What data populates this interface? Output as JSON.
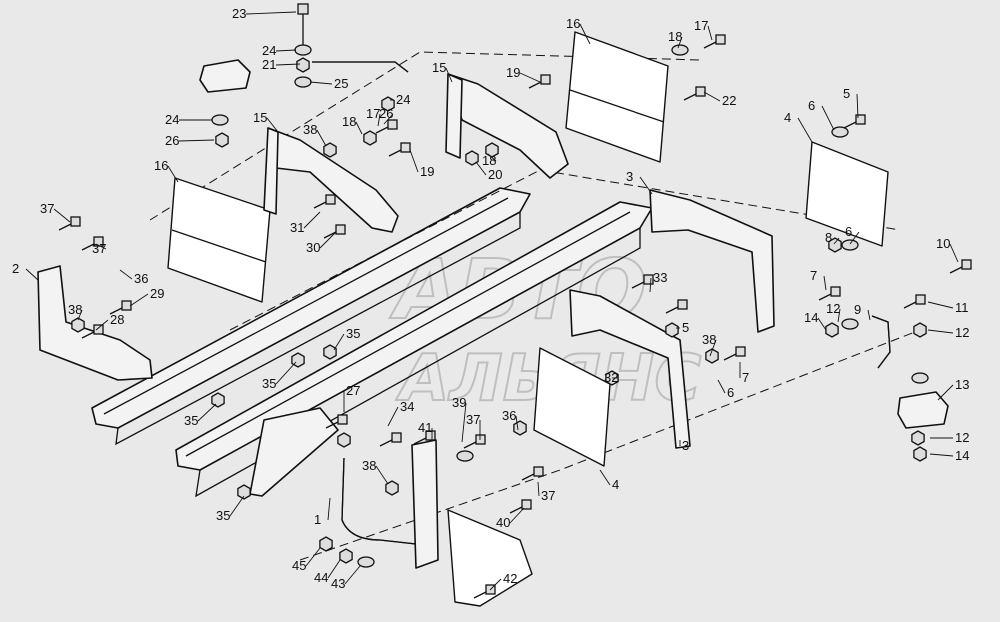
{
  "watermark": {
    "line1": "АВТО",
    "line2": "АЛЬЯНС"
  },
  "callouts": [
    "1",
    "2",
    "3",
    "4",
    "5",
    "6",
    "7",
    "8",
    "9",
    "10",
    "11",
    "12",
    "13",
    "14",
    "15",
    "16",
    "17",
    "18",
    "19",
    "20",
    "21",
    "22",
    "23",
    "24",
    "25",
    "26",
    "27",
    "28",
    "29",
    "30",
    "31",
    "32",
    "33",
    "34",
    "35",
    "36",
    "37",
    "38",
    "39",
    "40",
    "41",
    "42",
    "43",
    "44",
    "45"
  ],
  "colors": {
    "background": "#e9e9e9",
    "ink": "#111111",
    "watermark": "#bbbbbb"
  }
}
